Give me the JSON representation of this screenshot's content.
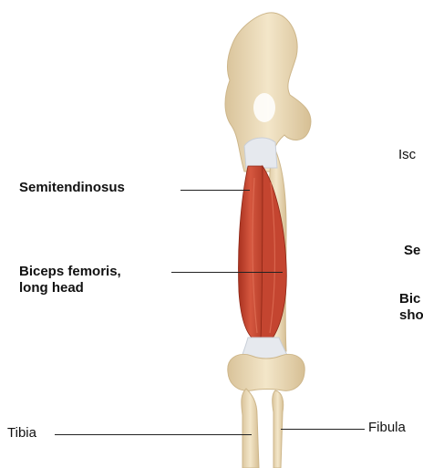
{
  "labels": {
    "semitendinosus": "Semitendinosus",
    "biceps_long_line1": "Biceps femoris,",
    "biceps_long_line2": "long head",
    "tibia": "Tibia",
    "fibula": "Fibula",
    "right_cut_1": "Isc",
    "right_cut_2": "Se",
    "right_cut_3a": "Bic",
    "right_cut_3b": "sho"
  },
  "colors": {
    "bone": "#ecdcb8",
    "bone_shadow": "#cdb68a",
    "muscle": "#cc4a33",
    "muscle_dark": "#a8311f",
    "tendon": "#e6e9ee",
    "leader": "#222222"
  }
}
